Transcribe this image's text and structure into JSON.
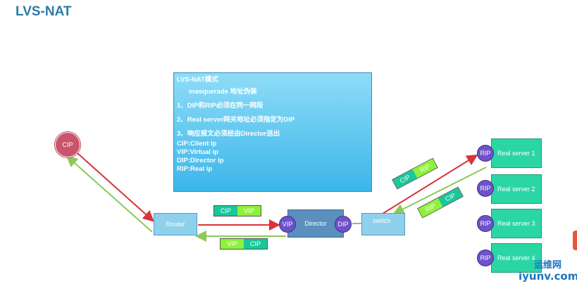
{
  "title": "LVS-NAT",
  "note": {
    "lines": [
      "LVS-NAT模式",
      "masquerade  地址伪装",
      "1、DIP和RIP必须在同一网段",
      "2、Real server网关地址必须指定为DIP",
      "3、响应报文必须经由Director送出",
      "CIP:Client ip",
      "VIP:Virtual ip",
      "DIP:Director ip",
      "RIP:Real ip"
    ]
  },
  "nodes": {
    "cip": "CIP",
    "router": "Router",
    "director": "Director",
    "vip": "VIP",
    "dip": "DIP",
    "switch": "switch",
    "rip": "RIP"
  },
  "servers": [
    "Real server 1",
    "Real server 2",
    "Real server 3",
    "Real server 4"
  ],
  "packets": {
    "p1": [
      "CIP",
      "VIP"
    ],
    "p2": [
      "VIP",
      "CIP"
    ],
    "p3": [
      "CIP",
      "RIP"
    ],
    "p4": [
      "RIP",
      "CIP"
    ]
  },
  "colors": {
    "request_arrow": "#d9343c",
    "response_arrow": "#8bc95a",
    "note_bg": "#3cb6ea",
    "server_bg": "#2bd6a4",
    "circle_purple": "#6d52c9"
  },
  "watermark": {
    "line1": "运维网",
    "line2": "iyunv.com"
  }
}
